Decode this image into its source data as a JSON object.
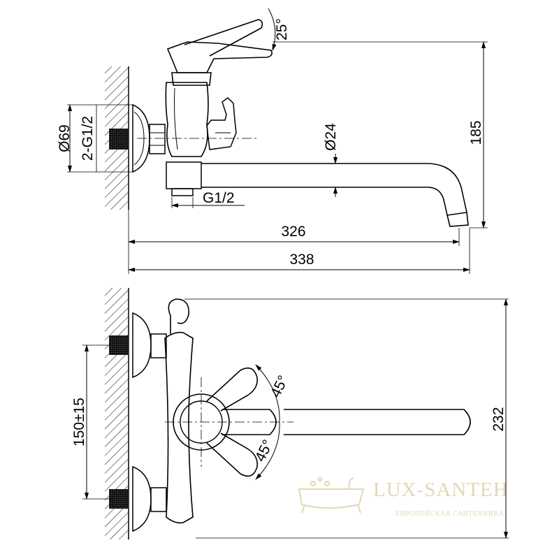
{
  "top_view": {
    "angle_label": "25°",
    "body_diameter_label": "Ø69",
    "inlet_thread_label": "2-G1/2",
    "spout_diameter_label": "Ø24",
    "outlet_thread_label": "G1/2",
    "height_label": "185",
    "spout_reach_label": "326",
    "overall_length_label": "338"
  },
  "front_view": {
    "center_distance_label": "150±15",
    "upper_angle_label": "45°",
    "lower_angle_label": "45°",
    "overall_height_label": "232"
  },
  "watermark": {
    "brand": "LUX-SANTEH",
    "tagline": "ЕВРОПЕЙСКАЯ САНТЕХНИКА"
  }
}
